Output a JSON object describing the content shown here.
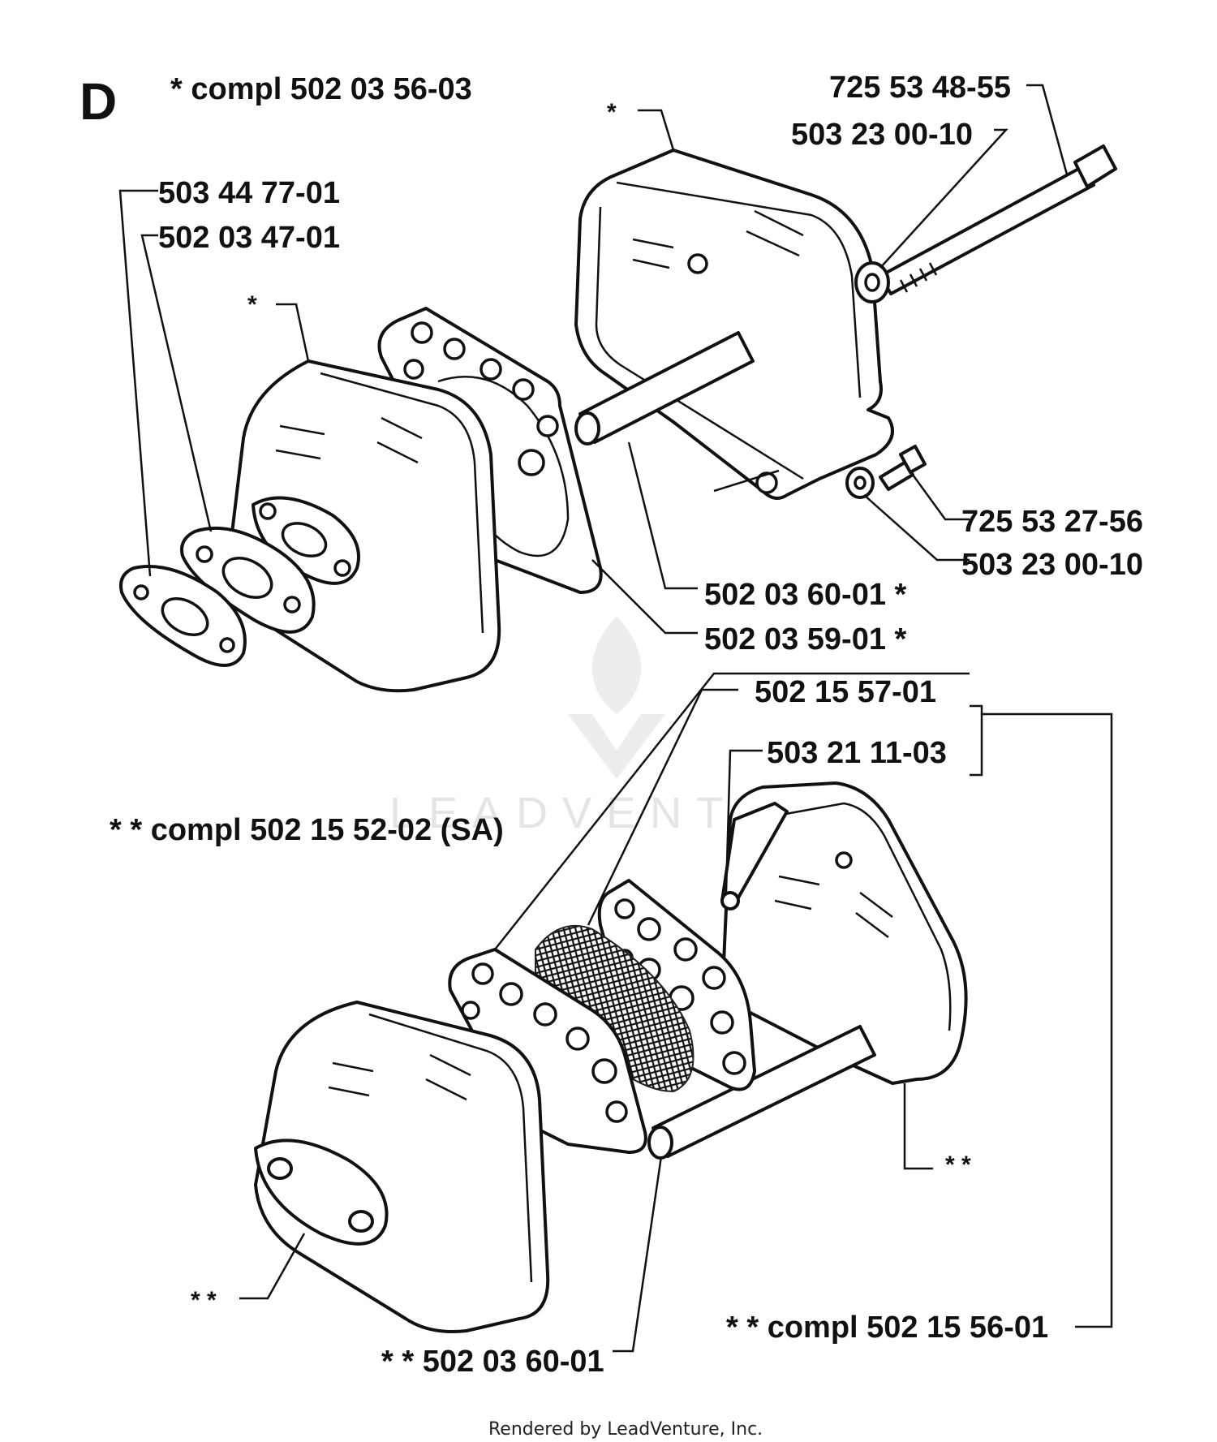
{
  "section_letter": "D",
  "kits": {
    "top": "*  compl 502 03 56-03",
    "bottom": "* *  compl 502 15 52-02 (SA)",
    "bottom_sub": "* *  compl 502 15 56-01"
  },
  "part_numbers": {
    "p1": "725 53 48-55",
    "p2": "503 23 00-10",
    "p3": "503 44 77-01",
    "p4": "502 03 47-01",
    "p5": "725 53 27-56",
    "p6": "503 23 00-10",
    "p7": "502 03 60-01  *",
    "p8": "502 03 59-01  *",
    "p9": "502 15 57-01",
    "p10": "503 21 11-03",
    "p11": "* *  502 03 60-01"
  },
  "markers": {
    "single": "*",
    "double": "* *"
  },
  "watermark": "LEADVENTURE",
  "footer": "Rendered by LeadVenture, Inc."
}
